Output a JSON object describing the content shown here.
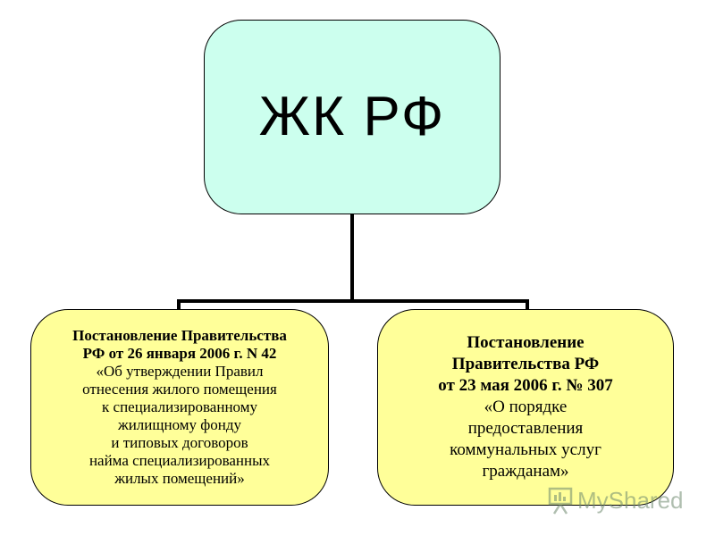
{
  "root": {
    "title": "ЖК РФ"
  },
  "children": [
    {
      "lines": [
        {
          "text": "Постановление Правительства",
          "bold": true
        },
        {
          "text": "РФ от 26 января 2006 г. N 42",
          "bold": true
        },
        {
          "text": "«Об утверждении Правил",
          "bold": false
        },
        {
          "text": "отнесения жилого помещения",
          "bold": false
        },
        {
          "text": "к специализированному",
          "bold": false
        },
        {
          "text": "жилищному фонду",
          "bold": false
        },
        {
          "text": "и типовых договоров",
          "bold": false
        },
        {
          "text": "найма специализированных",
          "bold": false
        },
        {
          "text": "жилых помещений»",
          "bold": false
        }
      ]
    },
    {
      "lines": [
        {
          "text": "Постановление",
          "bold": true
        },
        {
          "text": "Правительства РФ",
          "bold": true
        },
        {
          "text": "от 23 мая 2006 г. № 307",
          "bold": true
        },
        {
          "text": "«О порядке",
          "bold": false
        },
        {
          "text": "предоставления",
          "bold": false
        },
        {
          "text": "коммунальных услуг",
          "bold": false
        },
        {
          "text": "гражданам»",
          "bold": false
        }
      ]
    }
  ],
  "colors": {
    "root_fill": "#ccffee",
    "child_fill": "#ffff99",
    "line": "#000000"
  },
  "watermark": {
    "logo": "MyShared",
    "icon": "presentation-icon"
  }
}
